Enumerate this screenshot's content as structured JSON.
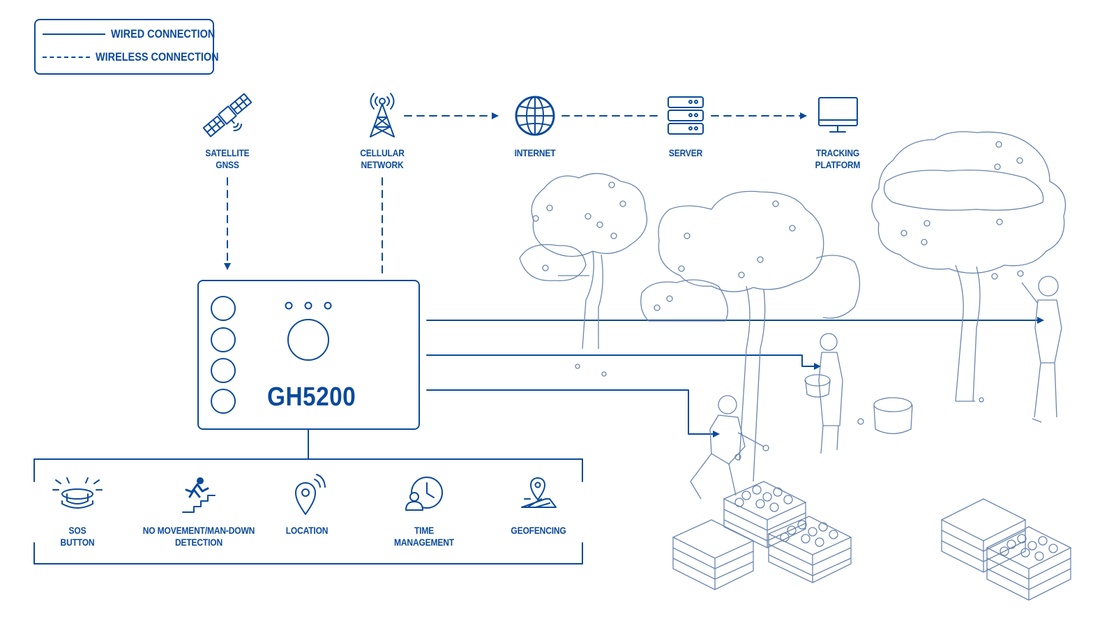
{
  "legend": {
    "wired": "WIRED CONNECTION",
    "wireless": "WIRELESS CONNECTION"
  },
  "nodes": {
    "satellite": {
      "line1": "SATELLITE",
      "line2": "GNSS",
      "icon": "satellite-icon"
    },
    "cellular": {
      "line1": "CELLULAR",
      "line2": "NETWORK",
      "icon": "cell-tower-icon"
    },
    "internet": {
      "line1": "INTERNET",
      "icon": "globe-icon"
    },
    "server": {
      "line1": "SERVER",
      "icon": "server-icon"
    },
    "platform": {
      "line1": "TRACKING",
      "line2": "PLATFORM",
      "icon": "monitor-icon"
    }
  },
  "device": {
    "name": "GH5200"
  },
  "features": [
    {
      "line1": "SOS",
      "line2": "BUTTON",
      "icon": "sos-button-icon"
    },
    {
      "line1": "NO MOVEMENT/MAN-DOWN",
      "line2": "DETECTION",
      "icon": "man-down-icon"
    },
    {
      "line1": "LOCATION",
      "icon": "location-pin-icon"
    },
    {
      "line1": "TIME",
      "line2": "MANAGEMENT",
      "icon": "time-management-icon"
    },
    {
      "line1": "GEOFENCING",
      "icon": "geofence-icon"
    }
  ],
  "colors": {
    "accent": "#0b4a9b",
    "background": "#ffffff"
  }
}
